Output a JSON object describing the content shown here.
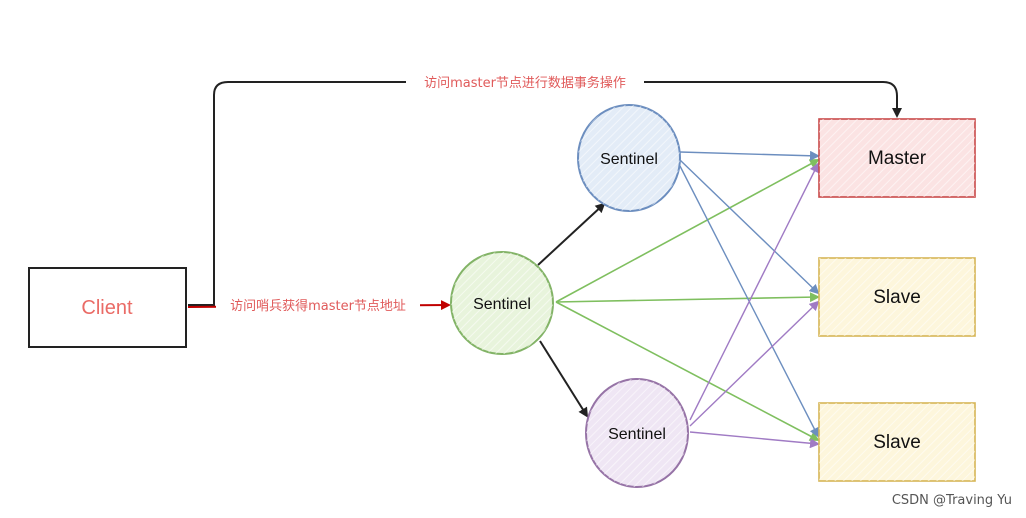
{
  "nodes": {
    "client": {
      "label": "Client",
      "text_color": "#ea6b66",
      "border": "#222222",
      "fill": "#ffffff"
    },
    "sentinel_main": {
      "label": "Sentinel",
      "border": "#82b366",
      "fill": "#e8f4dc"
    },
    "sentinel_top": {
      "label": "Sentinel",
      "border": "#6c8ebf",
      "fill": "#e3ecf7"
    },
    "sentinel_bottom": {
      "label": "Sentinel",
      "border": "#9673a6",
      "fill": "#efe6f4"
    },
    "master": {
      "label": "Master",
      "border": "#c94a4a",
      "fill": "#fbe3e3"
    },
    "slave1": {
      "label": "Slave",
      "border": "#d6b656",
      "fill": "#fdf6dc"
    },
    "slave2": {
      "label": "Slave",
      "border": "#d6b656",
      "fill": "#fdf6dc"
    }
  },
  "edges": {
    "client_to_master_label": "访问master节点进行数据事务操作",
    "client_to_sentinel_label": "访问哨兵获得master节点地址",
    "colors": {
      "black": "#222222",
      "red": "#c00000",
      "label_red": "#e05a5a",
      "green": "#7fbf5f",
      "blue": "#6c8ebf",
      "purple": "#a07bc4"
    }
  },
  "watermark": "CSDN @Traving Yu"
}
